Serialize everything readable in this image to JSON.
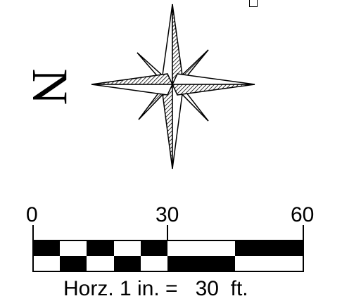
{
  "compass": {
    "north_letter": "N"
  },
  "scale_bar": {
    "tick_labels": [
      "0",
      "30",
      "60"
    ],
    "caption": "Horz. 1 in. =   30  ft."
  }
}
